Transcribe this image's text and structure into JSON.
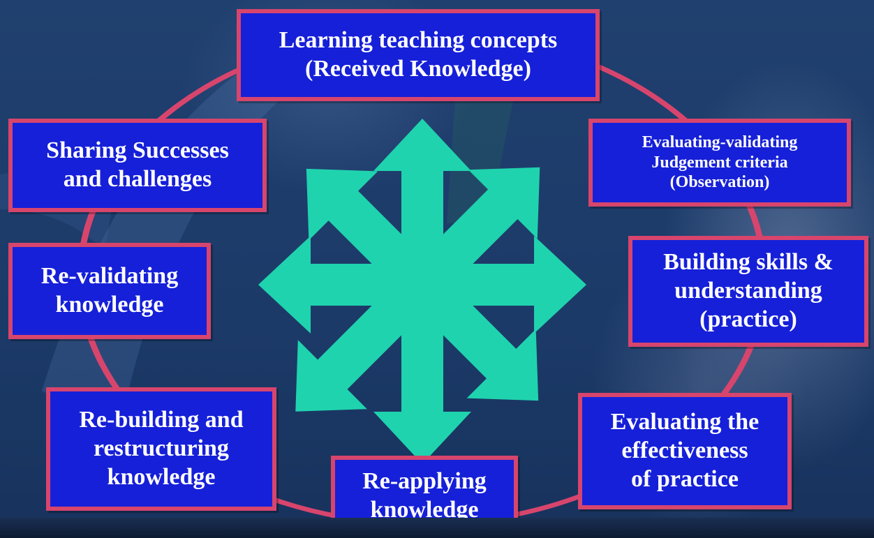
{
  "diagram": {
    "colors": {
      "box_fill": "#1620d8",
      "box_border": "#d7456d",
      "cycle_ring": "#d7456d",
      "center_arrows": "#1fd3ae",
      "text": "#ffffff"
    },
    "center_icon": "eight-direction-arrows-icon",
    "nodes": [
      {
        "text": "Learning teaching concepts\n(Received Knowledge)"
      },
      {
        "text": "Evaluating-validating\nJudgement criteria\n(Observation)"
      },
      {
        "text": "Building skills &\nunderstanding\n(practice)"
      },
      {
        "text": "Evaluating the\neffectiveness\nof practice"
      },
      {
        "text": "Re-applying\nknowledge"
      },
      {
        "text": "Re-building and\nrestructuring\nknowledge"
      },
      {
        "text": "Re-validating\nknowledge"
      },
      {
        "text": "Sharing Successes\nand challenges"
      }
    ]
  }
}
